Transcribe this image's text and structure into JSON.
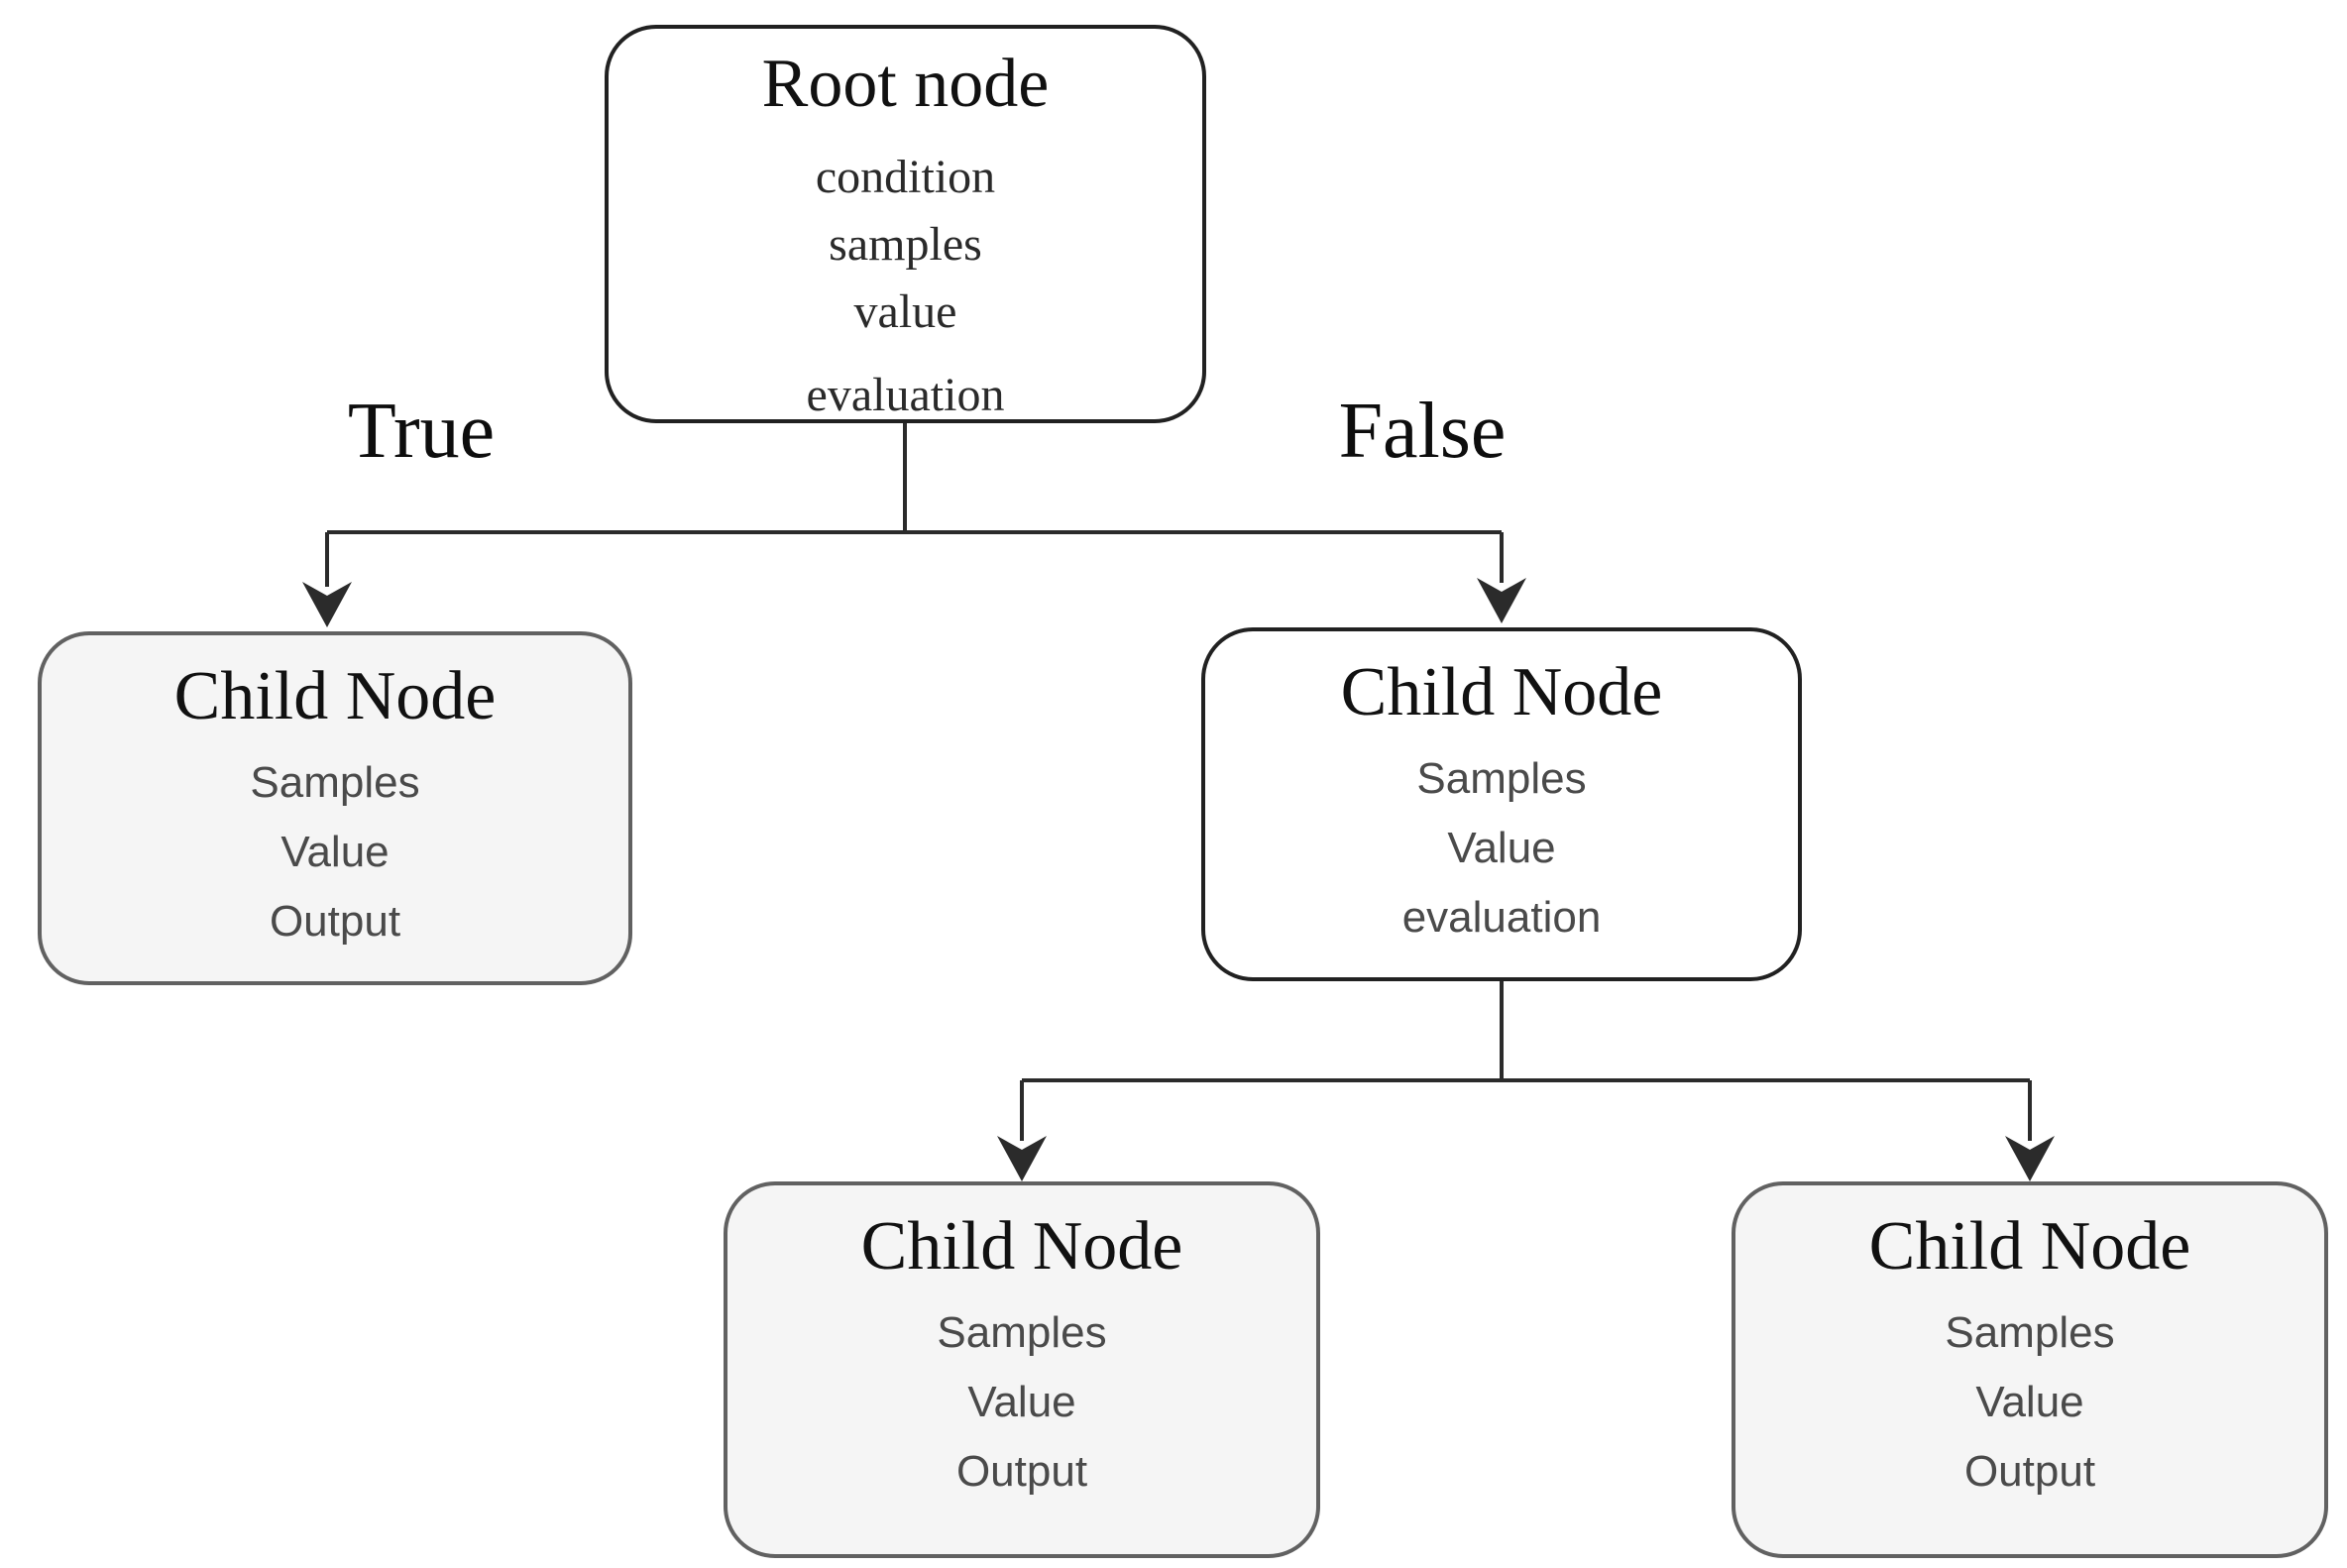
{
  "diagram": {
    "nodes": {
      "root": {
        "title": "Root node",
        "lines": [
          "condition",
          "samples",
          "value",
          "evaluation"
        ]
      },
      "child_true": {
        "title": "Child Node",
        "lines": [
          "Samples",
          "Value",
          "Output"
        ]
      },
      "child_false": {
        "title": "Child Node",
        "lines": [
          "Samples",
          "Value",
          "evaluation"
        ]
      },
      "grandchild_left": {
        "title": "Child Node",
        "lines": [
          "Samples",
          "Value",
          "Output"
        ]
      },
      "grandchild_right": {
        "title": "Child Node",
        "lines": [
          "Samples",
          "Value",
          "Output"
        ]
      }
    },
    "edge_labels": {
      "true_label": "True",
      "false_label": "False"
    },
    "colors": {
      "background": "#ffffff",
      "line": "#2b2b2b",
      "node_fill_white": "#ffffff",
      "node_border_dark": "#212121",
      "node_fill_gray": "#f5f5f5",
      "node_border_gray": "#616161",
      "title_text": "#111111",
      "body_text": "#4a4a4a",
      "label_text": "#0d0d0d"
    }
  }
}
